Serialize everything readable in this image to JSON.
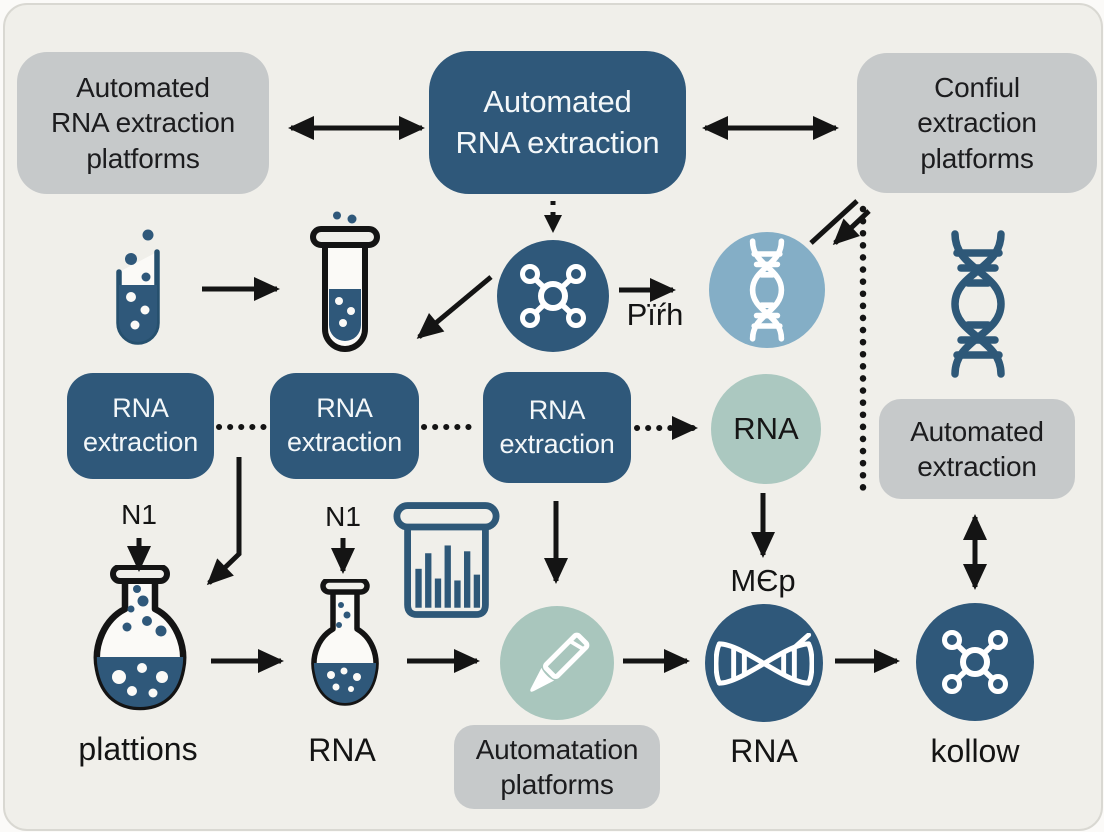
{
  "top_row": {
    "left_box": "Automated\nRNA extraction\nplatforms",
    "center_box": "Automated\nRNA extraction",
    "right_box": "Confiul\nextraction\nplatforms"
  },
  "middle_row": {
    "pih_label": "Pïŕh"
  },
  "extraction_row": {
    "box_1": "RNA\nextraction",
    "box_2": "RNA\nextraction",
    "box_3": "RNA\nextraction",
    "rna_circle": "RNA",
    "automated_extraction_box": "Automated\nextraction"
  },
  "bottom_row": {
    "n1_left": "N1",
    "n1_right": "N1",
    "mep_label": "MЄp",
    "flask_large_label": "plattions",
    "flask_small_label": "RNA",
    "automation_box": "Automatation\nplatforms",
    "dna_circle_label": "RNA",
    "molecule_circle_label": "kollow"
  },
  "icons": {
    "sample_tube": "test-tube-filled-icon",
    "capped_tube": "test-tube-outline-icon",
    "molecule_top": "molecule-network-icon",
    "dna_light_circle": "dna-helix-icon",
    "dna_outline": "dna-helix-outline-icon",
    "bar_chart": "bar-chart-icon",
    "flask_large": "round-flask-icon",
    "flask_small": "round-flask-small-icon",
    "pipette": "pipette-icon",
    "dna_horizontal": "dna-strand-icon",
    "molecule_bottom": "molecule-network-icon"
  },
  "colors": {
    "dark_blue": "#2f587a",
    "light_blue": "#84aec6",
    "teal": "#a9c6bd",
    "teal_light": "#abc8c0",
    "gray_box": "#c6c9ca",
    "background": "#f0efea",
    "arrow": "#141414"
  }
}
